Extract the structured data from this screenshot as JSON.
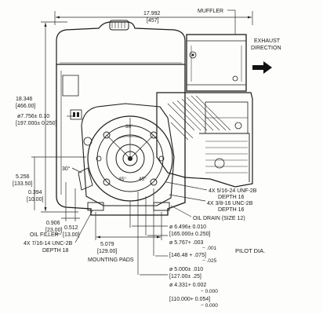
{
  "labels": {
    "overall_width": "17.992",
    "overall_width_mm": "[457]",
    "muffler": "MUFFLER",
    "exhaust_1": "EXHAUST",
    "exhaust_2": "DIRECTION",
    "overall_height": "18.346",
    "overall_height_mm": "[466.00]",
    "bore_dia": "ø7.756± 0.10",
    "bore_dia_mm": "[197.000± 0.250]",
    "angle_30_top": "30°",
    "angle_30_left": "30°",
    "angle_45": "45°",
    "angle_45b": "45°",
    "h_5256": "5.256",
    "h_5256_mm": "[133.50]",
    "h_0394": "0.394",
    "h_0394_mm": "[10.00]",
    "v_0906": "0.906",
    "v_0906_mm": "[23.00]",
    "v_0512": "0.512",
    "v_0512_mm": "[13.00]",
    "oil_filler": "OIL FILLER",
    "tap_7_16": "4X 7/16-14 UNC-2B",
    "tap_7_16_depth": "DEPTH 18",
    "pad_5079": "5.079",
    "pad_5079_mm": "[129.00]",
    "mounting_pads": "MOUNTING PADS",
    "tap_5_16": "4X 5/16-24 UNF-2B",
    "tap_5_16_depth": "DEPTH 16",
    "tap_3_8": "4X 3/8-16 UNC-2B",
    "tap_3_8_depth": "DEPTH 16",
    "oil_drain": "OIL DRAIN (SIZE 12)",
    "d6496": "ø 6.496± 0.010",
    "d6496_mm": "[165.000± 0.250]",
    "d5767": "ø 5.767+ .003",
    "d5767_tol": "− .001",
    "pilot_dia": "PILOT DIA.",
    "d5767_mm": "[146.48 + .075]",
    "d5767_mm_tol": "− .025",
    "d5000": "ø 5.000± .010",
    "d5000_mm": "[127.00± .25]",
    "d4331": "ø 4.331+ 0.002",
    "d4331_tol": "− 0.000",
    "d4331_mm": "[110.000+ 0.054]",
    "d4331_mm_tol": "− 0.000"
  }
}
